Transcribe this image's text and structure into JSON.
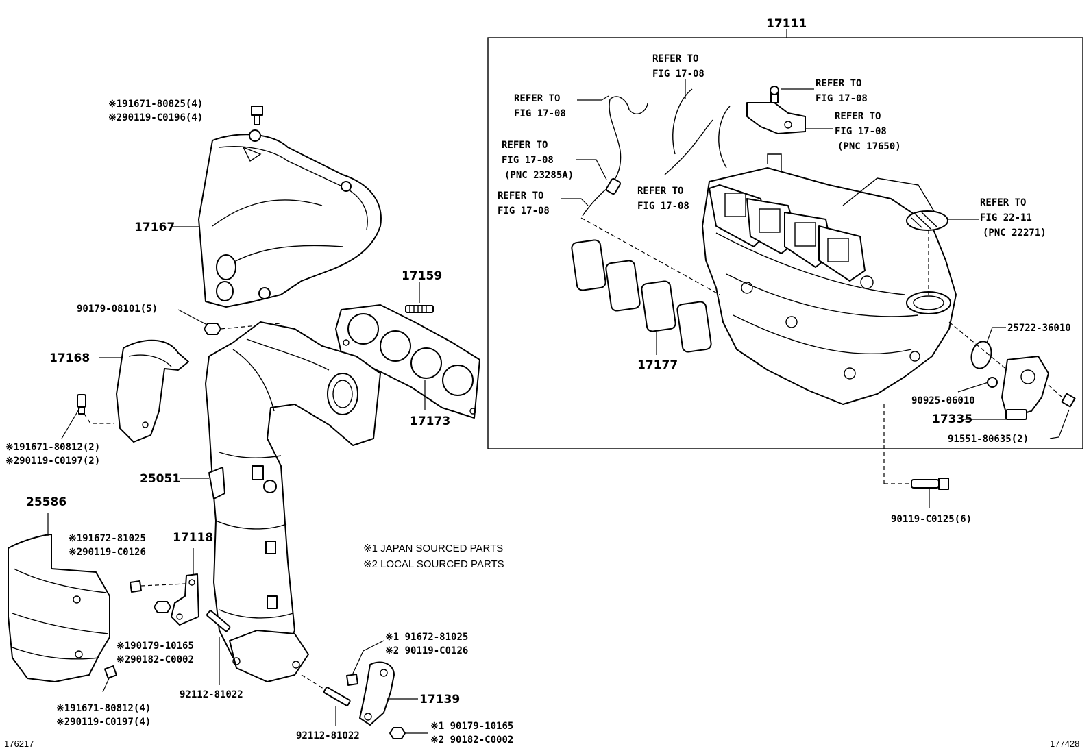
{
  "part_numbers": {
    "p17111": "17111",
    "p17167": "17167",
    "p17159": "17159",
    "p17168": "17168",
    "p17173": "17173",
    "p17177": "17177",
    "p25051": "25051",
    "p25586": "25586",
    "p17118": "17118",
    "p17139": "17139",
    "p17335": "17335"
  },
  "callouts": {
    "c1": "※191671-80825(4)",
    "c2": "※290119-C0196(4)",
    "c3": "90179-08101(5)",
    "c4": "※191671-80812(2)",
    "c5": "※290119-C0197(2)",
    "c6": "※191672-81025",
    "c7": "※290119-C0126",
    "c8": "※190179-10165",
    "c9": "※290182-C0002",
    "c10": "92112-81022",
    "c11": "※191671-80812(4)",
    "c12": "※290119-C0197(4)",
    "c13": "92112-81022",
    "c14": "※1 91672-81025",
    "c15": "※2 90119-C0126",
    "c16": "※1 90179-10165",
    "c17": "※2 90182-C0002",
    "c18": "25722-36010",
    "c19": "90925-06010",
    "c20": "91551-80635(2)",
    "c21": "90119-C0125(6)"
  },
  "refs": {
    "r1a": "REFER TO",
    "r1b": "FIG 17-08",
    "r2a": "REFER TO",
    "r2b": "FIG 17-08",
    "r3a": "REFER TO",
    "r3b": "FIG 17-08",
    "r4a": "REFER TO",
    "r4b": "FIG 17-08",
    "r4c": "(PNC 17650)",
    "r5a": "REFER TO",
    "r5b": "FIG 17-08",
    "r5c": "(PNC 23285A)",
    "r6a": "REFER TO",
    "r6b": "FIG 17-08",
    "r7a": "REFER TO",
    "r7b": "FIG 17-08",
    "r8a": "REFER TO",
    "r8b": "FIG 22-11",
    "r8c": "(PNC 22271)"
  },
  "notes": {
    "n1": "※1 JAPAN SOURCED PARTS",
    "n2": "※2 LOCAL SOURCED PARTS"
  },
  "corner_ids": {
    "left": "176217",
    "right": "177428"
  }
}
